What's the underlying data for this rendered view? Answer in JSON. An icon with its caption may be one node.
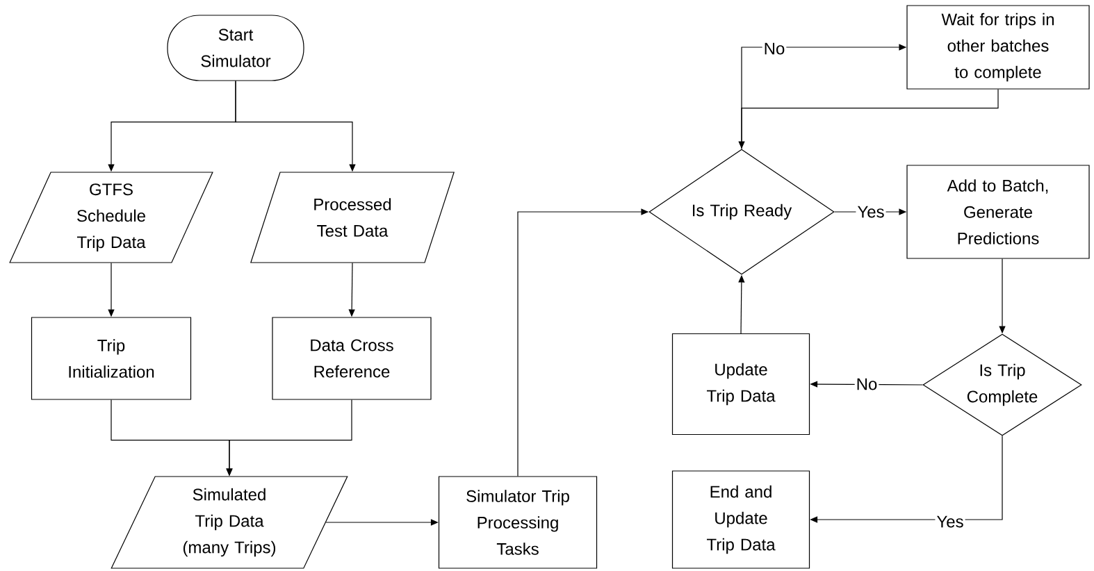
{
  "diagram": {
    "nodes": [
      {
        "text": [
          "Start Simulator"
        ]
      },
      {
        "text": [
          "GTFS Schedule Trip Data"
        ]
      },
      {
        "text": [
          "Processed Test Data"
        ]
      },
      {
        "text": [
          "Trip Initialization"
        ]
      },
      {
        "text": [
          "Data Cross Reference"
        ]
      },
      {
        "text": [
          "Simulated Trip Data (many Trips)"
        ]
      },
      {
        "text": [
          "Simulator Trip Processing Tasks"
        ]
      },
      {
        "text": [
          "Is Trip Ready"
        ]
      },
      {
        "text": [
          "Wait for trips in other batches to complete"
        ]
      },
      {
        "text": [
          "Add to Batch, Generate Predictions"
        ]
      },
      {
        "text": [
          "Is Trip Complete"
        ]
      },
      {
        "text": [
          "Update Trip Data"
        ]
      },
      {
        "text": [
          "End and Update Trip Data"
        ]
      }
    ],
    "edges": [
      {
        "from": 0,
        "to": 1,
        "arrow": "to"
      },
      {
        "from": 0,
        "to": 2,
        "arrow": "to"
      },
      {
        "from": 1,
        "to": 3,
        "arrow": "to"
      },
      {
        "from": 2,
        "to": 4,
        "arrow": "to"
      },
      {
        "from": 3,
        "to": 5,
        "arrow": "to"
      },
      {
        "from": 4,
        "to": 5,
        "arrow": "to"
      },
      {
        "from": 5,
        "to": 6,
        "arrow": "to"
      },
      {
        "from": 6,
        "to": 7,
        "arrow": "to"
      },
      {
        "from": 7,
        "to": 8,
        "arrow": "to",
        "label": "No"
      },
      {
        "from": 8,
        "to": 7,
        "arrow": "to"
      },
      {
        "from": 7,
        "to": 9,
        "arrow": "to",
        "label": "Yes"
      },
      {
        "from": 9,
        "to": 10,
        "arrow": "to"
      },
      {
        "from": 10,
        "to": 11,
        "arrow": "to",
        "label": "No"
      },
      {
        "from": 11,
        "to": 7,
        "arrow": "to"
      },
      {
        "from": 10,
        "to": 12,
        "arrow": "to",
        "label": "Yes"
      }
    ]
  }
}
